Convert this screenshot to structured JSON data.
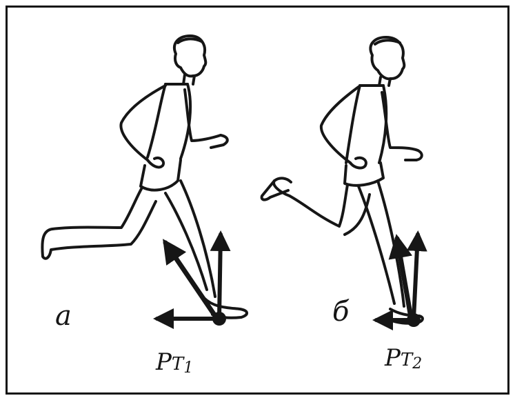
{
  "labels": {
    "panel_a": "а",
    "panel_b": "б",
    "force_a_main": "P",
    "force_a_sub": "T",
    "force_a_index": "1",
    "force_b_main": "P",
    "force_b_sub": "T",
    "force_b_index": "2"
  },
  "style": {
    "ink": "#161616",
    "paper": "#ffffff"
  }
}
